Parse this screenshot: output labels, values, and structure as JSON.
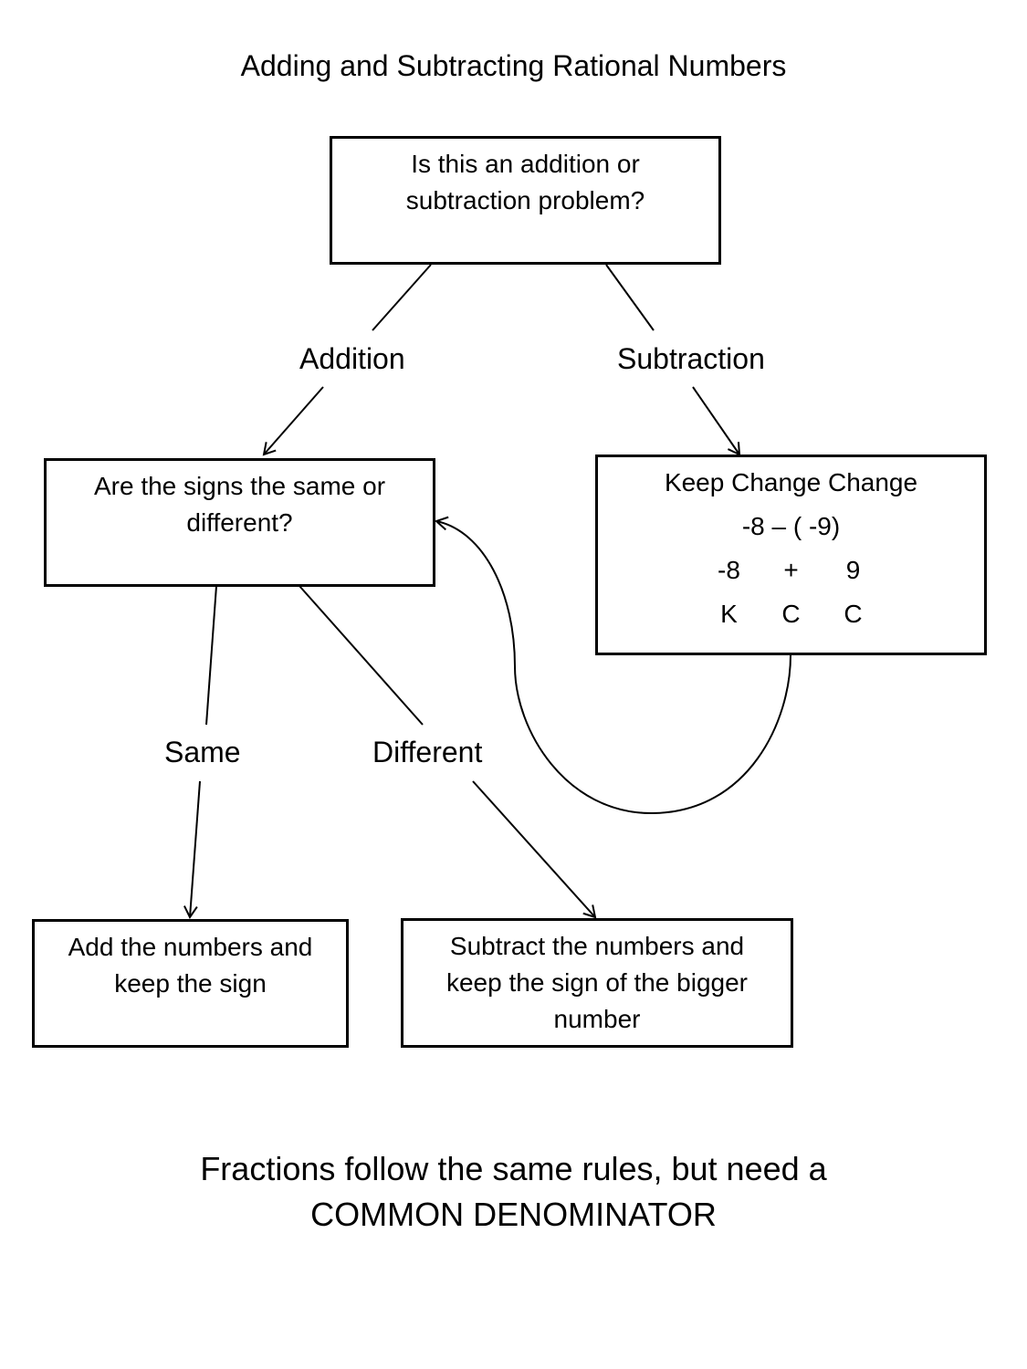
{
  "title": "Adding and Subtracting Rational Numbers",
  "nodes": {
    "question": "Is this an addition or subtraction problem?",
    "signs_question": "Are the signs the same or different?",
    "keep_change_change": {
      "heading": "Keep Change Change",
      "example": "-8 – ( -9)",
      "rewritten": [
        "-8",
        "+",
        "9"
      ],
      "letters": [
        "K",
        "C",
        "C"
      ]
    },
    "same_result": "Add the numbers and keep the sign",
    "different_result": "Subtract the numbers and keep the sign of the bigger number"
  },
  "edge_labels": {
    "addition": "Addition",
    "subtraction": "Subtraction",
    "same": "Same",
    "different": "Different"
  },
  "footer": {
    "line1": "Fractions follow the same rules, but need a",
    "line2": "COMMON DENOMINATOR"
  }
}
